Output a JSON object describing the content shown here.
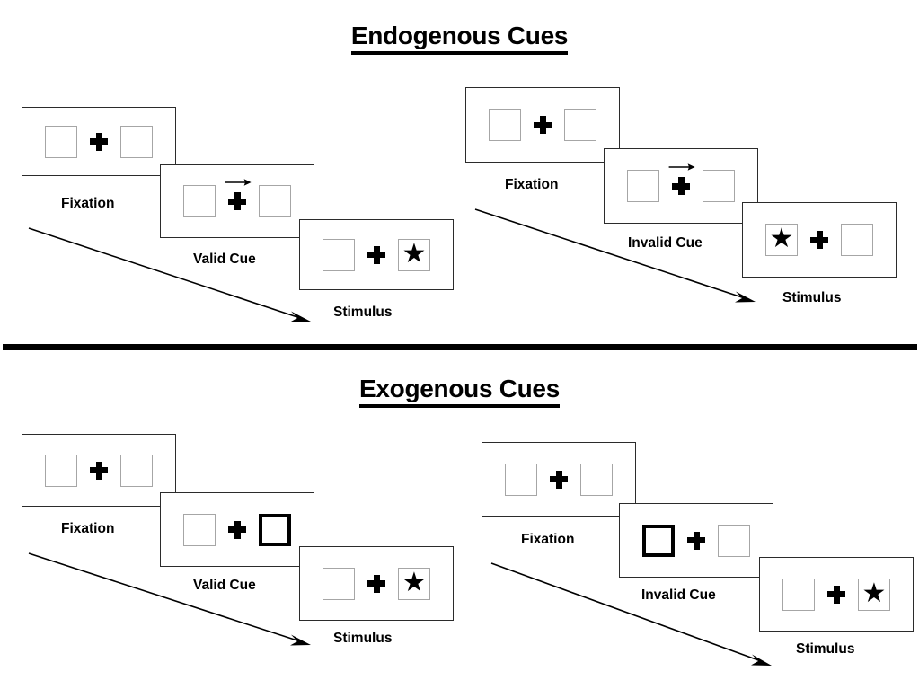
{
  "figure": {
    "background_color": "#ffffff",
    "ink_color": "#000000",
    "box_outline_color": "#a6a6a6",
    "frame_outline_color": "#2b2b2b"
  },
  "sections": [
    {
      "id": "endogenous",
      "title": "Endogenous Cues",
      "flows": [
        {
          "id": "endogenous-valid",
          "caption_sequence": [
            "Fixation",
            "Valid Cue",
            "Stimulus"
          ],
          "frames": [
            {
              "caption": "Fixation",
              "left_box": "empty",
              "right_box": "empty",
              "center": "plus",
              "arrow_cue": "none"
            },
            {
              "caption": "Valid Cue",
              "left_box": "empty",
              "right_box": "empty",
              "center": "plus",
              "arrow_cue": "right"
            },
            {
              "caption": "Stimulus",
              "left_box": "empty",
              "right_box": "star",
              "center": "plus",
              "arrow_cue": "none"
            }
          ]
        },
        {
          "id": "endogenous-invalid",
          "caption_sequence": [
            "Fixation",
            "Invalid Cue",
            "Stimulus"
          ],
          "frames": [
            {
              "caption": "Fixation",
              "left_box": "empty",
              "right_box": "empty",
              "center": "plus",
              "arrow_cue": "none"
            },
            {
              "caption": "Invalid Cue",
              "left_box": "empty",
              "right_box": "empty",
              "center": "plus",
              "arrow_cue": "right"
            },
            {
              "caption": "Stimulus",
              "left_box": "star",
              "right_box": "empty",
              "center": "plus",
              "arrow_cue": "none"
            }
          ]
        }
      ]
    },
    {
      "id": "exogenous",
      "title": "Exogenous Cues",
      "flows": [
        {
          "id": "exogenous-valid",
          "caption_sequence": [
            "Fixation",
            "Valid Cue",
            "Stimulus"
          ],
          "frames": [
            {
              "caption": "Fixation",
              "left_box": "empty",
              "right_box": "empty",
              "center": "plus",
              "arrow_cue": "none"
            },
            {
              "caption": "Valid Cue",
              "left_box": "empty",
              "right_box": "highlighted",
              "center": "plus",
              "arrow_cue": "none"
            },
            {
              "caption": "Stimulus",
              "left_box": "empty",
              "right_box": "star",
              "center": "plus",
              "arrow_cue": "none"
            }
          ]
        },
        {
          "id": "exogenous-invalid",
          "caption_sequence": [
            "Fixation",
            "Invalid Cue",
            "Stimulus"
          ],
          "frames": [
            {
              "caption": "Fixation",
              "left_box": "empty",
              "right_box": "empty",
              "center": "plus",
              "arrow_cue": "none"
            },
            {
              "caption": "Invalid Cue",
              "left_box": "highlighted",
              "right_box": "empty",
              "center": "plus",
              "arrow_cue": "none"
            },
            {
              "caption": "Stimulus",
              "left_box": "empty",
              "right_box": "star",
              "center": "plus",
              "arrow_cue": "none"
            }
          ]
        }
      ]
    }
  ],
  "glyphs": {
    "star": "★",
    "plus": "plus-glyph",
    "cue_arrow": "arrow-right-icon",
    "time_arrow": "time-arrow-icon"
  }
}
